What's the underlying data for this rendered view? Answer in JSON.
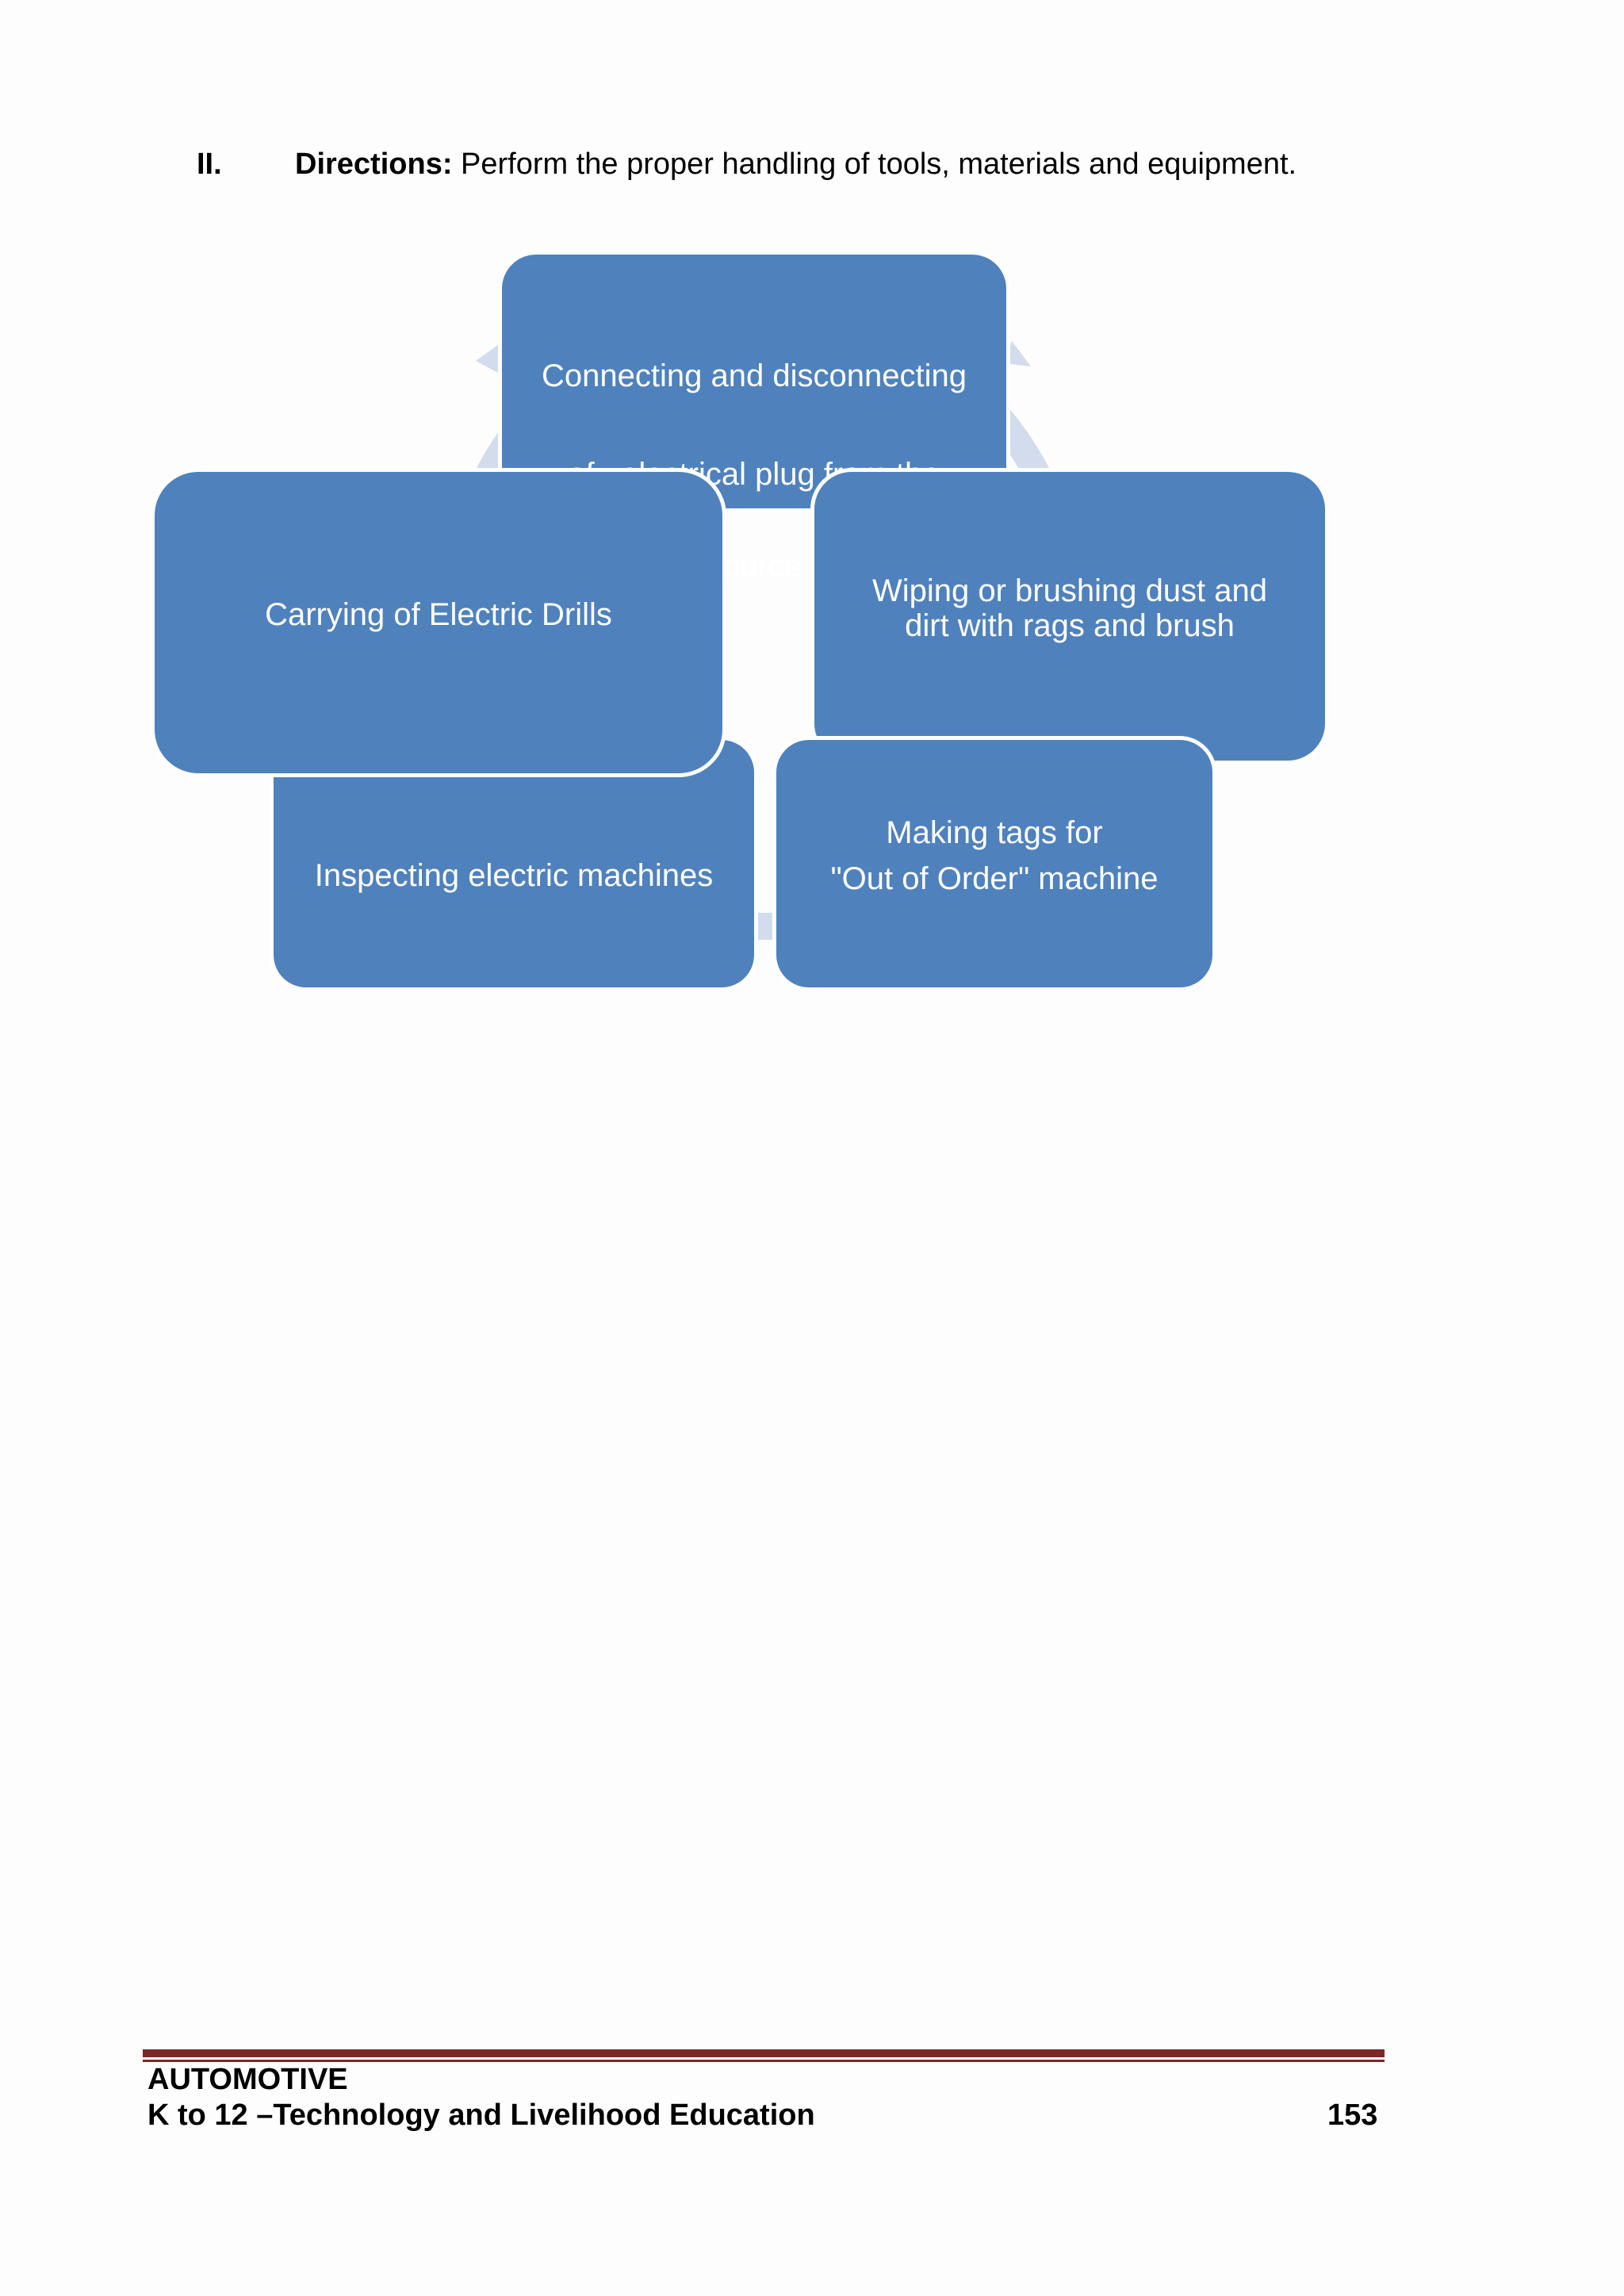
{
  "heading": {
    "number": "II.",
    "directions_label": "Directions:",
    "directions_text": " Perform the proper handling of tools, materials and equipment."
  },
  "diagram": {
    "type": "cycle",
    "ring_color": "#d3dcec",
    "node_color": "#4f81bd",
    "nodes": {
      "top": {
        "line1": "Connecting and disconnecting",
        "line2": "of   electrical plug from the",
        "line3": "source"
      },
      "right": "Wiping or brushing dust  and\ndirt with rags and brush",
      "bottom_right": "Making tags for\n\"Out of Order\" machine",
      "bottom_left": "Inspecting electric  machines",
      "left": "Carrying of  Electric Drills"
    }
  },
  "footer": {
    "subject": "AUTOMOTIVE",
    "program": "K to 12 –Technology and Livelihood Education",
    "page_number": "153",
    "rule_color": "#7a2828"
  }
}
